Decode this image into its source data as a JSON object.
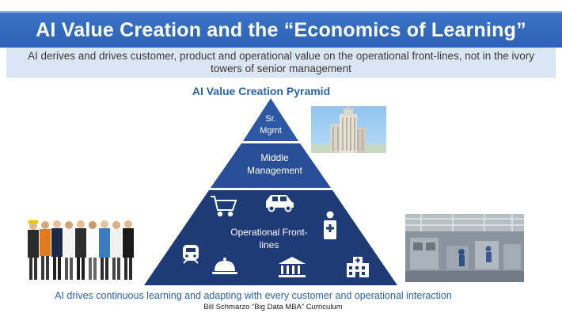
{
  "slide": {
    "title": "AI Value Creation and the “Economics of Learning”",
    "subtitle": "AI derives and drives customer, product and operational value on the operational front-lines, not in the ivory towers of senior management",
    "pyramid_title": "AI Value Creation Pyramid",
    "tiers": {
      "top_line1": "Sr.",
      "top_line2": "Mgmt",
      "middle_line1": "Middle",
      "middle_line2": "Management",
      "bottom_line1": "Operational Front-",
      "bottom_line2": "lines"
    },
    "bottom_text": "AI drives continuous learning and adapting with every customer and operational interaction",
    "credit": "Bill Schmarzo “Big Data MBA” Curriculum"
  },
  "colors": {
    "title_bar": "#2d62b4",
    "subtitle_bg": "#dbe6f4",
    "pyramid_top": "#2d58a6",
    "pyramid_middle": "#274e96",
    "pyramid_bottom": "#1e3b77",
    "accent_text": "#2a63b0"
  },
  "icons": {
    "cart": "shopping-cart-icon",
    "car": "car-icon",
    "doctor": "medical-professional-icon",
    "train": "train-icon",
    "service_bell": "service-bell-icon",
    "bank": "bank-building-icon",
    "hospital": "hospital-building-icon"
  }
}
